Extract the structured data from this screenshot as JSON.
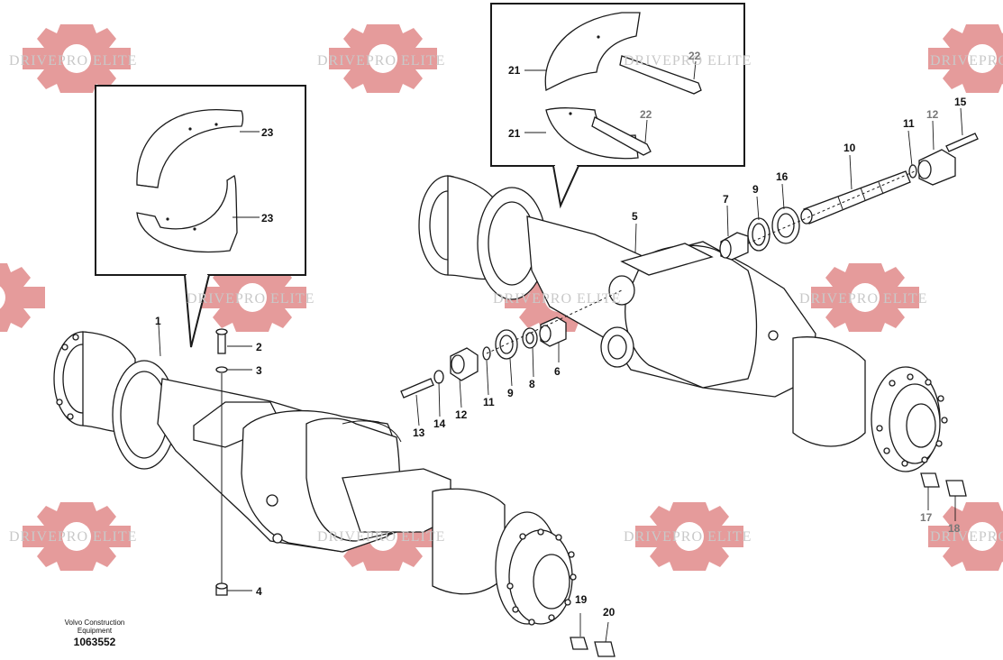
{
  "watermark": {
    "text": "DRIVEPRO ELITE",
    "gear_color": "#e08a8a"
  },
  "brand": {
    "line1": "Volvo Construction",
    "line2": "Equipment"
  },
  "drawing_number": "1063552",
  "callouts": {
    "c1": "1",
    "c2": "2",
    "c3": "3",
    "c4": "4",
    "c5": "5",
    "c6": "6",
    "c7": "7",
    "c8": "8",
    "c9a": "9",
    "c9b": "9",
    "c10": "10",
    "c11a": "11",
    "c11b": "11",
    "c12a": "12",
    "c12b": "12",
    "c13": "13",
    "c14": "14",
    "c15": "15",
    "c16": "16",
    "c17": "17",
    "c18": "18",
    "c19": "19",
    "c20": "20",
    "c21a": "21",
    "c21b": "21",
    "c22a": "22",
    "c22b": "22",
    "c23a": "23",
    "c23b": "23"
  }
}
